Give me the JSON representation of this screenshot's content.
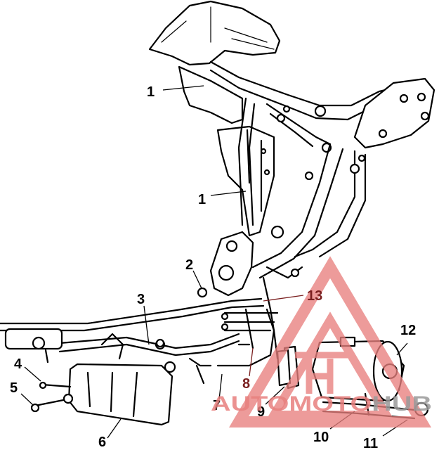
{
  "diagram": {
    "callouts": [
      {
        "id": "c1a",
        "text": "1",
        "color": "#000000"
      },
      {
        "id": "c1b",
        "text": "1",
        "color": "#000000"
      },
      {
        "id": "c2",
        "text": "2",
        "color": "#000000"
      },
      {
        "id": "c3",
        "text": "3",
        "color": "#000000"
      },
      {
        "id": "c4",
        "text": "4",
        "color": "#000000"
      },
      {
        "id": "c5",
        "text": "5",
        "color": "#000000"
      },
      {
        "id": "c6",
        "text": "6",
        "color": "#000000"
      },
      {
        "id": "c7",
        "text": "7",
        "color": "#000000"
      },
      {
        "id": "c8",
        "text": "8",
        "color": "#7a1f1f"
      },
      {
        "id": "c9",
        "text": "9",
        "color": "#000000"
      },
      {
        "id": "c10",
        "text": "10",
        "color": "#000000"
      },
      {
        "id": "c11",
        "text": "11",
        "color": "#000000"
      },
      {
        "id": "c12",
        "text": "12",
        "color": "#000000"
      },
      {
        "id": "c13",
        "text": "13",
        "color": "#7a1f1f"
      }
    ]
  },
  "watermark": {
    "text_red": "AUTOMOTO",
    "text_grey": "HUB",
    "red": "#e8807e",
    "grey": "#9a9a9a"
  }
}
